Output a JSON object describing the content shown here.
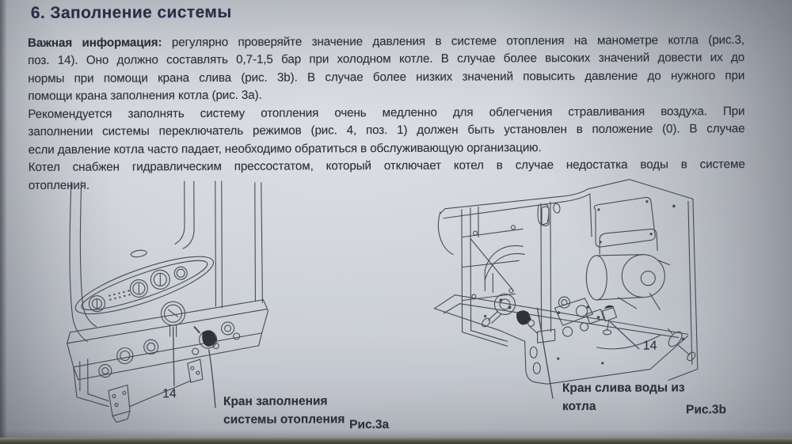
{
  "doc": {
    "title": "6. Заполнение системы",
    "body": {
      "p1_l1_bold": "Важная информация:",
      "p1_l1_rest": " регулярно проверяйте значение давления в системе отопления на манометре котла (рис.3,",
      "p1_l2": "поз. 14). Оно должно составлять 0,7-1,5 бар при холодном котле. В случае более высоких значений довести их до",
      "p1_l3": "нормы при помощи крана слива (рис. 3b). В случае более низких значений повысить давление до нужного при",
      "p1_l4": "помощи крана заполнения котла (рис. 3а).",
      "p2_l1": "Рекомендуется заполнять систему отопления очень медленно для облегчения стравливания воздуха. При",
      "p2_l2": "заполнении системы переключатель режимов (рис. 4, поз. 1) должен быть установлен в положение (0). В случае",
      "p2_l3": "если давление котла часто падает, необходимо обратиться в обслуживающую организацию.",
      "p3_l1": "Котел снабжен гидравлическим прессостатом, который отключает котел в случае недостатка воды в системе",
      "p3_l2": "отопления."
    },
    "figure_a": {
      "callout": "14",
      "label_line1": "Кран заполнения",
      "label_line2": "системы отопления",
      "caption": "Рис.3а"
    },
    "figure_b": {
      "callout": "14",
      "label_line1": "Кран слива воды из",
      "label_line2": "котла",
      "caption": "Рис.3b"
    }
  },
  "colors": {
    "ink": "#3b3f48",
    "text": "#2a2e37",
    "title": "#273048",
    "page_tint": "#c8ccd3"
  }
}
